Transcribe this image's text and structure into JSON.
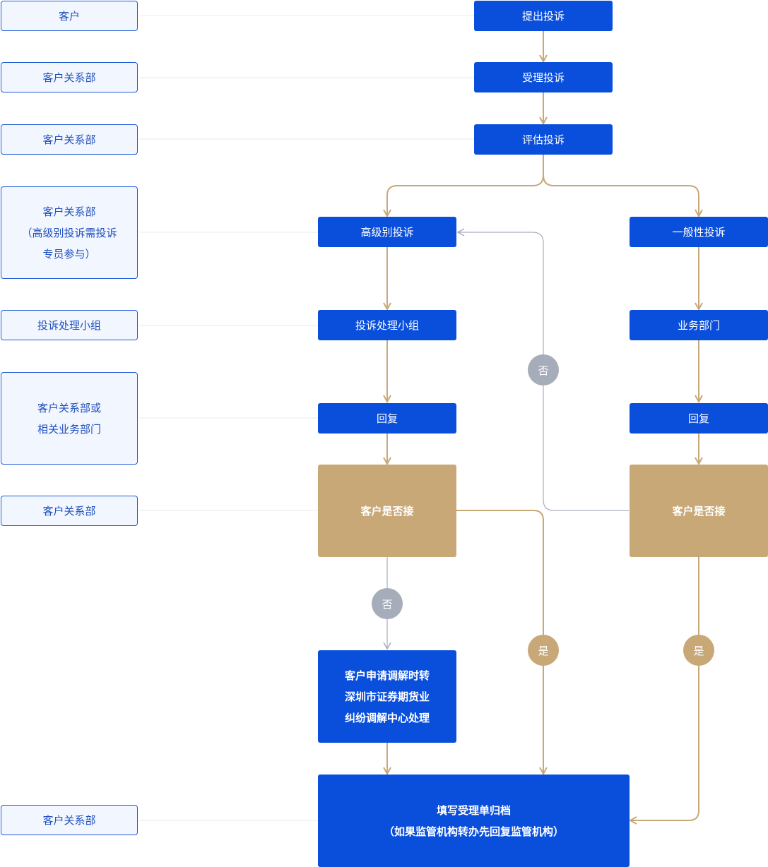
{
  "roles": {
    "r1": "客户",
    "r2": "客户关系部",
    "r3": "客户关系部",
    "r4": "客户关系部\n（高级别投诉需投诉\n专员参与）",
    "r5": "投诉处理小组",
    "r6": "客户关系部或\n相关业务部门",
    "r7": "客户关系部",
    "r8": "客户关系部"
  },
  "steps": {
    "submit": "提出投诉",
    "accept": "受理投诉",
    "evaluate": "评估投诉",
    "high_level": "高级别投诉",
    "general": "一般性投诉",
    "handling_group": "投诉处理小组",
    "business_dept": "业务部门",
    "reply_left": "回复",
    "reply_right": "回复",
    "accept_left": "客户是否接",
    "accept_right": "客户是否接",
    "mediation": "客户申请调解时转\n深圳市证券期货业\n纠纷调解中心处理",
    "archive": "填写受理单归档\n（如果监管机构转办先回复监管机构）"
  },
  "badges": {
    "no_right": "否",
    "no_left": "否",
    "yes_left": "是",
    "yes_right": "是"
  },
  "colors": {
    "primary_blue": "#0a4fdc",
    "gold": "#c8a876",
    "gray": "#a6adba",
    "role_bg": "#f2f6fe"
  }
}
